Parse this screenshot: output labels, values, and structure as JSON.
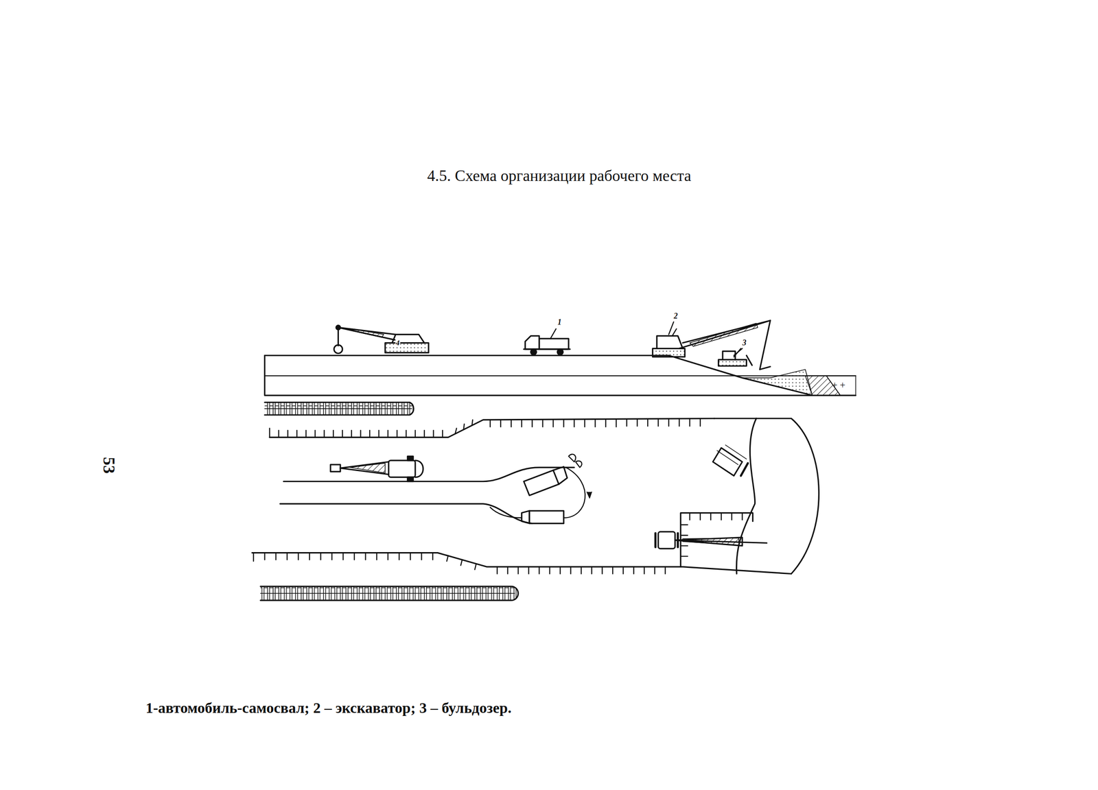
{
  "diagram": {
    "title": "4.5. Схема организации рабочего места",
    "caption": "1-автомобиль-самосвал; 2 – экскаватор; 3 – бульдозер.",
    "labels": [
      "53",
      "1",
      "2",
      "3",
      "4"
    ]
  }
}
